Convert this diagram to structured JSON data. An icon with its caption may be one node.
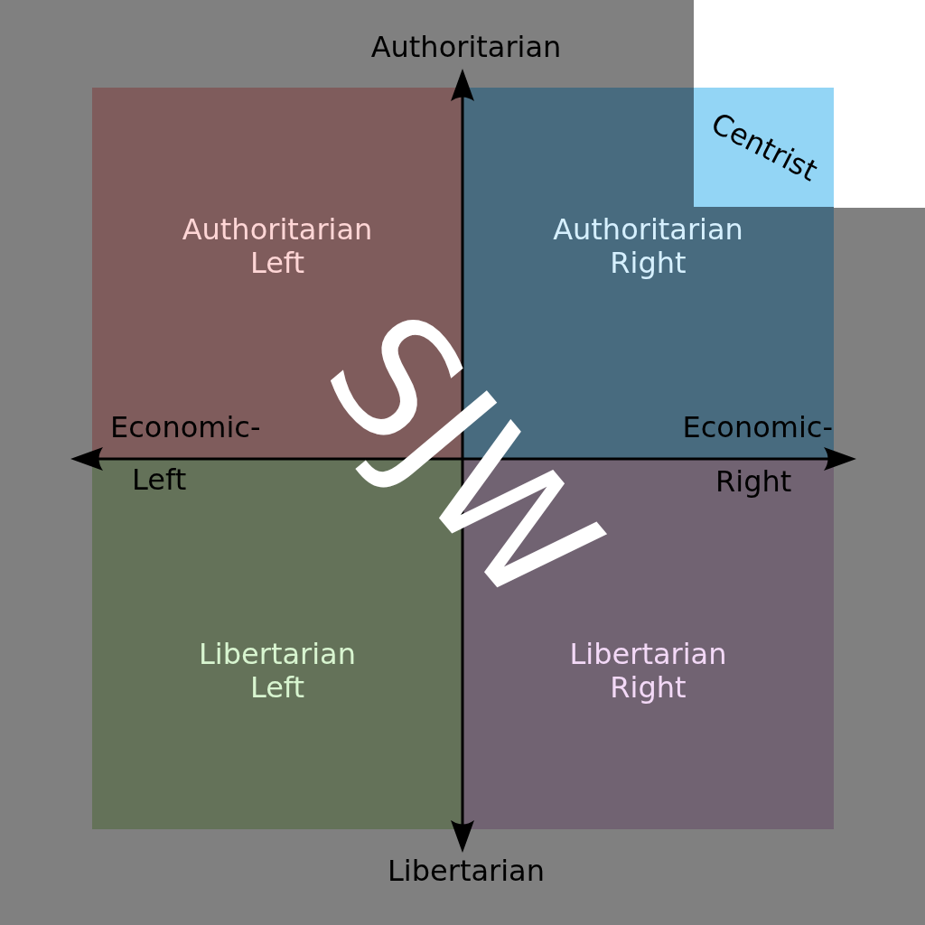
{
  "diagram": {
    "nodes": [
      {
        "text": [
          "Authoritarian Left"
        ]
      },
      {
        "text": [
          "Authoritarian Right"
        ]
      },
      {
        "text": [
          "Centrist"
        ],
        "in": 1
      },
      {
        "text": [
          "Libertarian Left"
        ]
      },
      {
        "text": [
          "Libertarian Right"
        ]
      }
    ],
    "labels": [
      "Authoritarian",
      "Economic-",
      "Economic-",
      "Left",
      "Right",
      "Libertarian",
      "SJW"
    ]
  }
}
